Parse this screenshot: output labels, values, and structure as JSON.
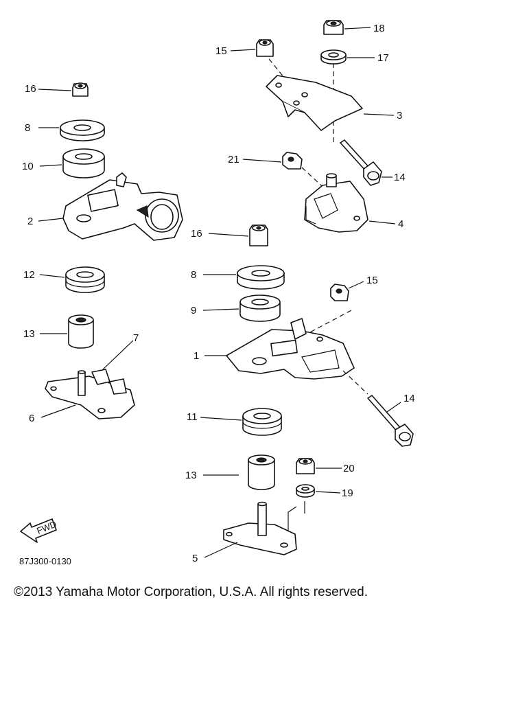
{
  "diagram": {
    "callouts": {
      "c1": "1",
      "c2": "2",
      "c3": "3",
      "c4": "4",
      "c5": "5",
      "c6": "6",
      "c7": "7",
      "c8a": "8",
      "c8b": "8",
      "c9": "9",
      "c10": "10",
      "c11": "11",
      "c12": "12",
      "c13a": "13",
      "c13b": "13",
      "c14a": "14",
      "c14b": "14",
      "c15a": "15",
      "c15b": "15",
      "c16a": "16",
      "c16b": "16",
      "c17": "17",
      "c18": "18",
      "c19": "19",
      "c20": "20",
      "c21": "21"
    },
    "fwd_label": "FWD",
    "ref_code": "87J300-0130"
  },
  "footer": {
    "copyright": "©2013 Yamaha Motor Corporation, U.S.A. All rights reserved."
  }
}
